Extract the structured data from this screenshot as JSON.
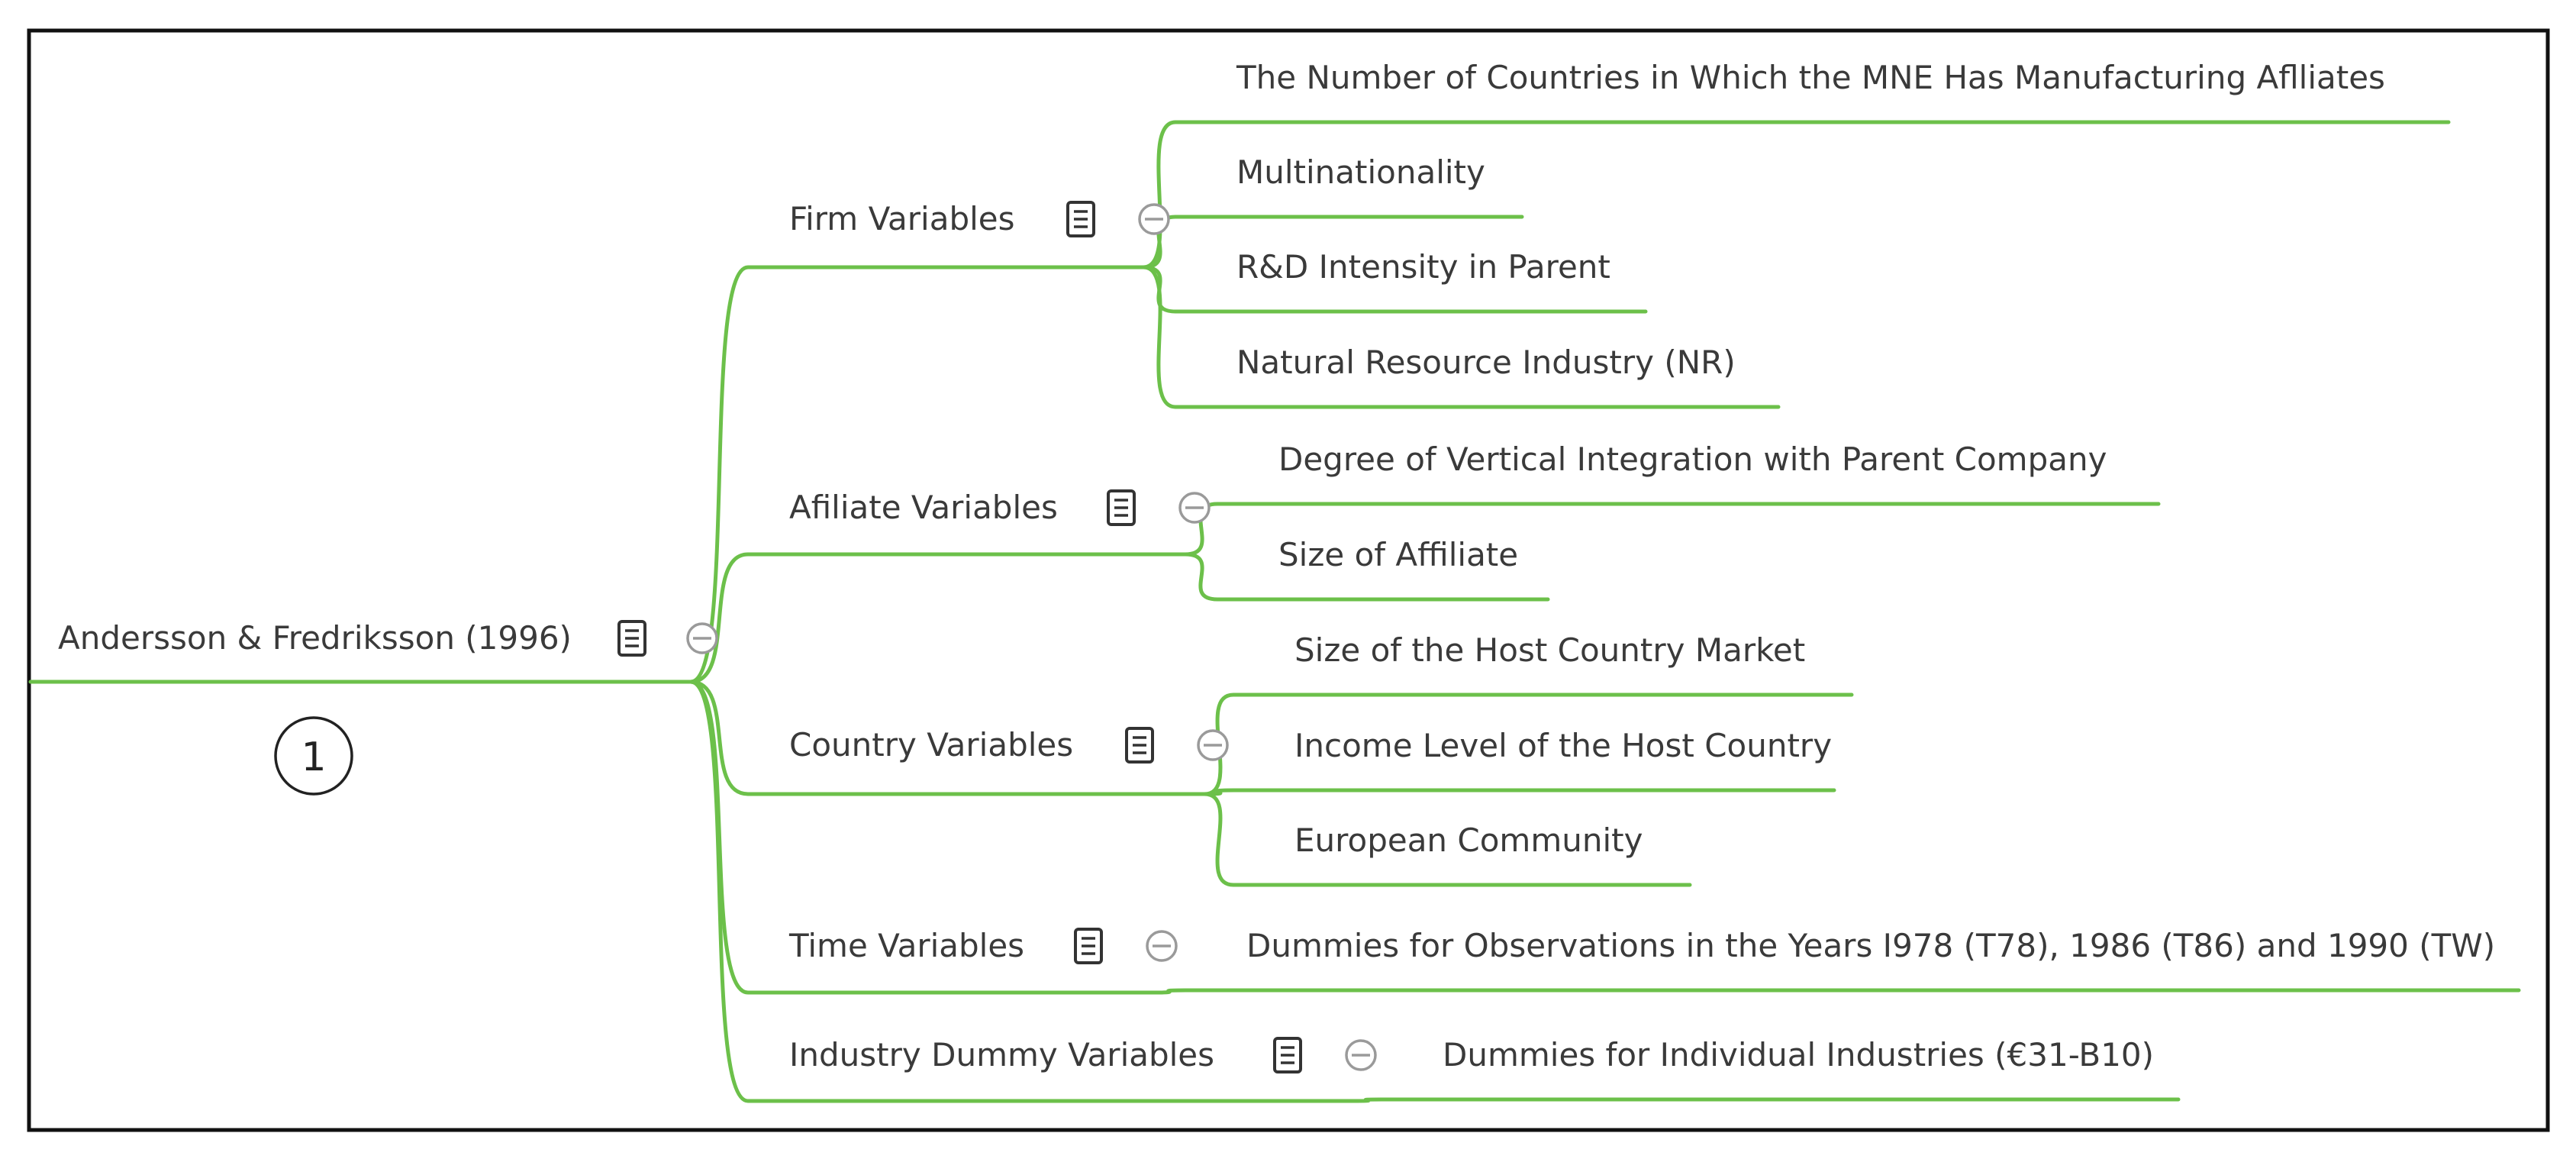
{
  "root": {
    "label": "Andersson & Fredriksson (1996)",
    "marker": "1"
  },
  "branches": [
    {
      "label": "Firm Variables",
      "children": [
        "The Number of Countries in Which the MNE Has Manufacturing Aflliates",
        "Multinationality",
        "R&D Intensity in Parent",
        "Natural Resource Industry (NR)"
      ]
    },
    {
      "label": "Afiliate Variables",
      "children": [
        "Degree of Vertical Integration with Parent Company",
        "Size of Affiliate"
      ]
    },
    {
      "label": "Country Variables",
      "children": [
        "Size of the Host Country Market",
        "Income Level of the Host Country",
        "European Community"
      ]
    },
    {
      "label": "Time Variables",
      "children": [
        "Dummies for Observations in the Years I978 (T78), 1986 (T86) and 1990 (TW)"
      ]
    },
    {
      "label": "Industry Dummy Variables",
      "children": [
        "Dummies for Individual Industries (€31-B10)"
      ]
    }
  ],
  "colors": {
    "branch": "#6cc04a",
    "text": "#3a3a3a",
    "frame": "#111111"
  },
  "icons": {
    "note": "note-icon",
    "collapse": "collapse-icon"
  }
}
